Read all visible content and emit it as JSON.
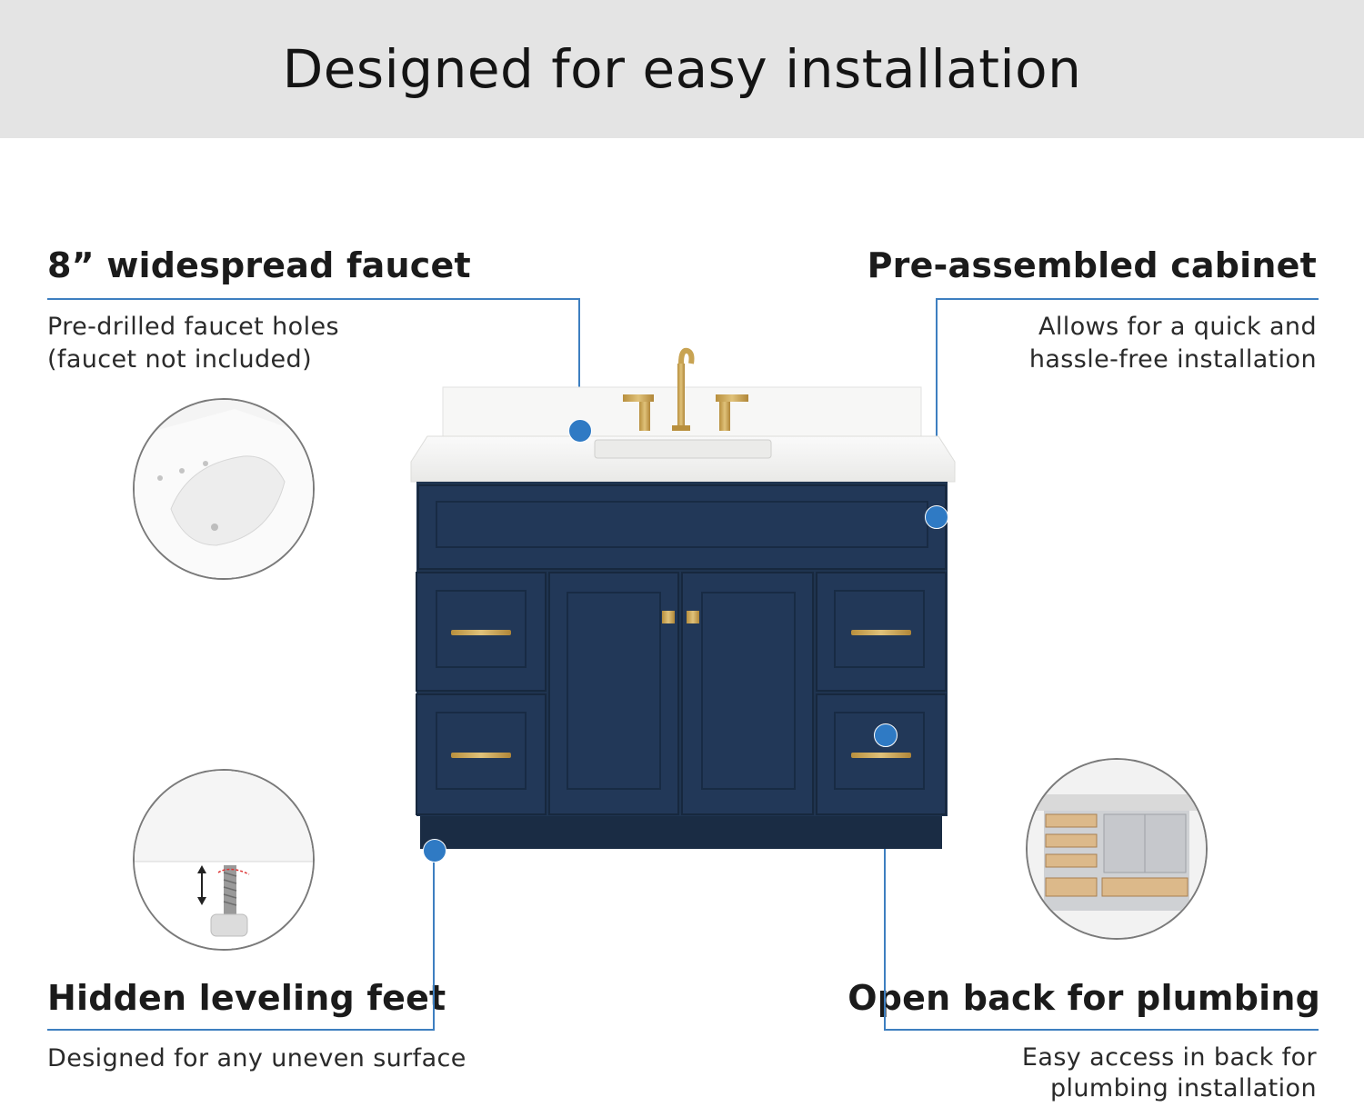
{
  "header": {
    "title": "Designed for easy installation"
  },
  "features": {
    "faucet": {
      "title": "8” widespread faucet",
      "description": "Pre-drilled faucet holes\n(faucet not included)"
    },
    "cabinet": {
      "title": "Pre-assembled cabinet",
      "description": "Allows for  a quick and\nhassle-free installation"
    },
    "feet": {
      "title": "Hidden leveling feet",
      "description": "Designed for any uneven surface"
    },
    "plumbing": {
      "title": "Open back for plumbing",
      "description": "Easy access in back for\nplumbing installation"
    }
  },
  "colors": {
    "accent": "#2f7ac4",
    "banner": "#e4e4e4",
    "cabinet_navy": "#1f3450",
    "hardware_gold": "#c8a352",
    "countertop": "#f6f6f4"
  },
  "icons": [
    "sink-closeup-icon",
    "leveling-foot-icon",
    "open-back-cabinet-icon"
  ]
}
